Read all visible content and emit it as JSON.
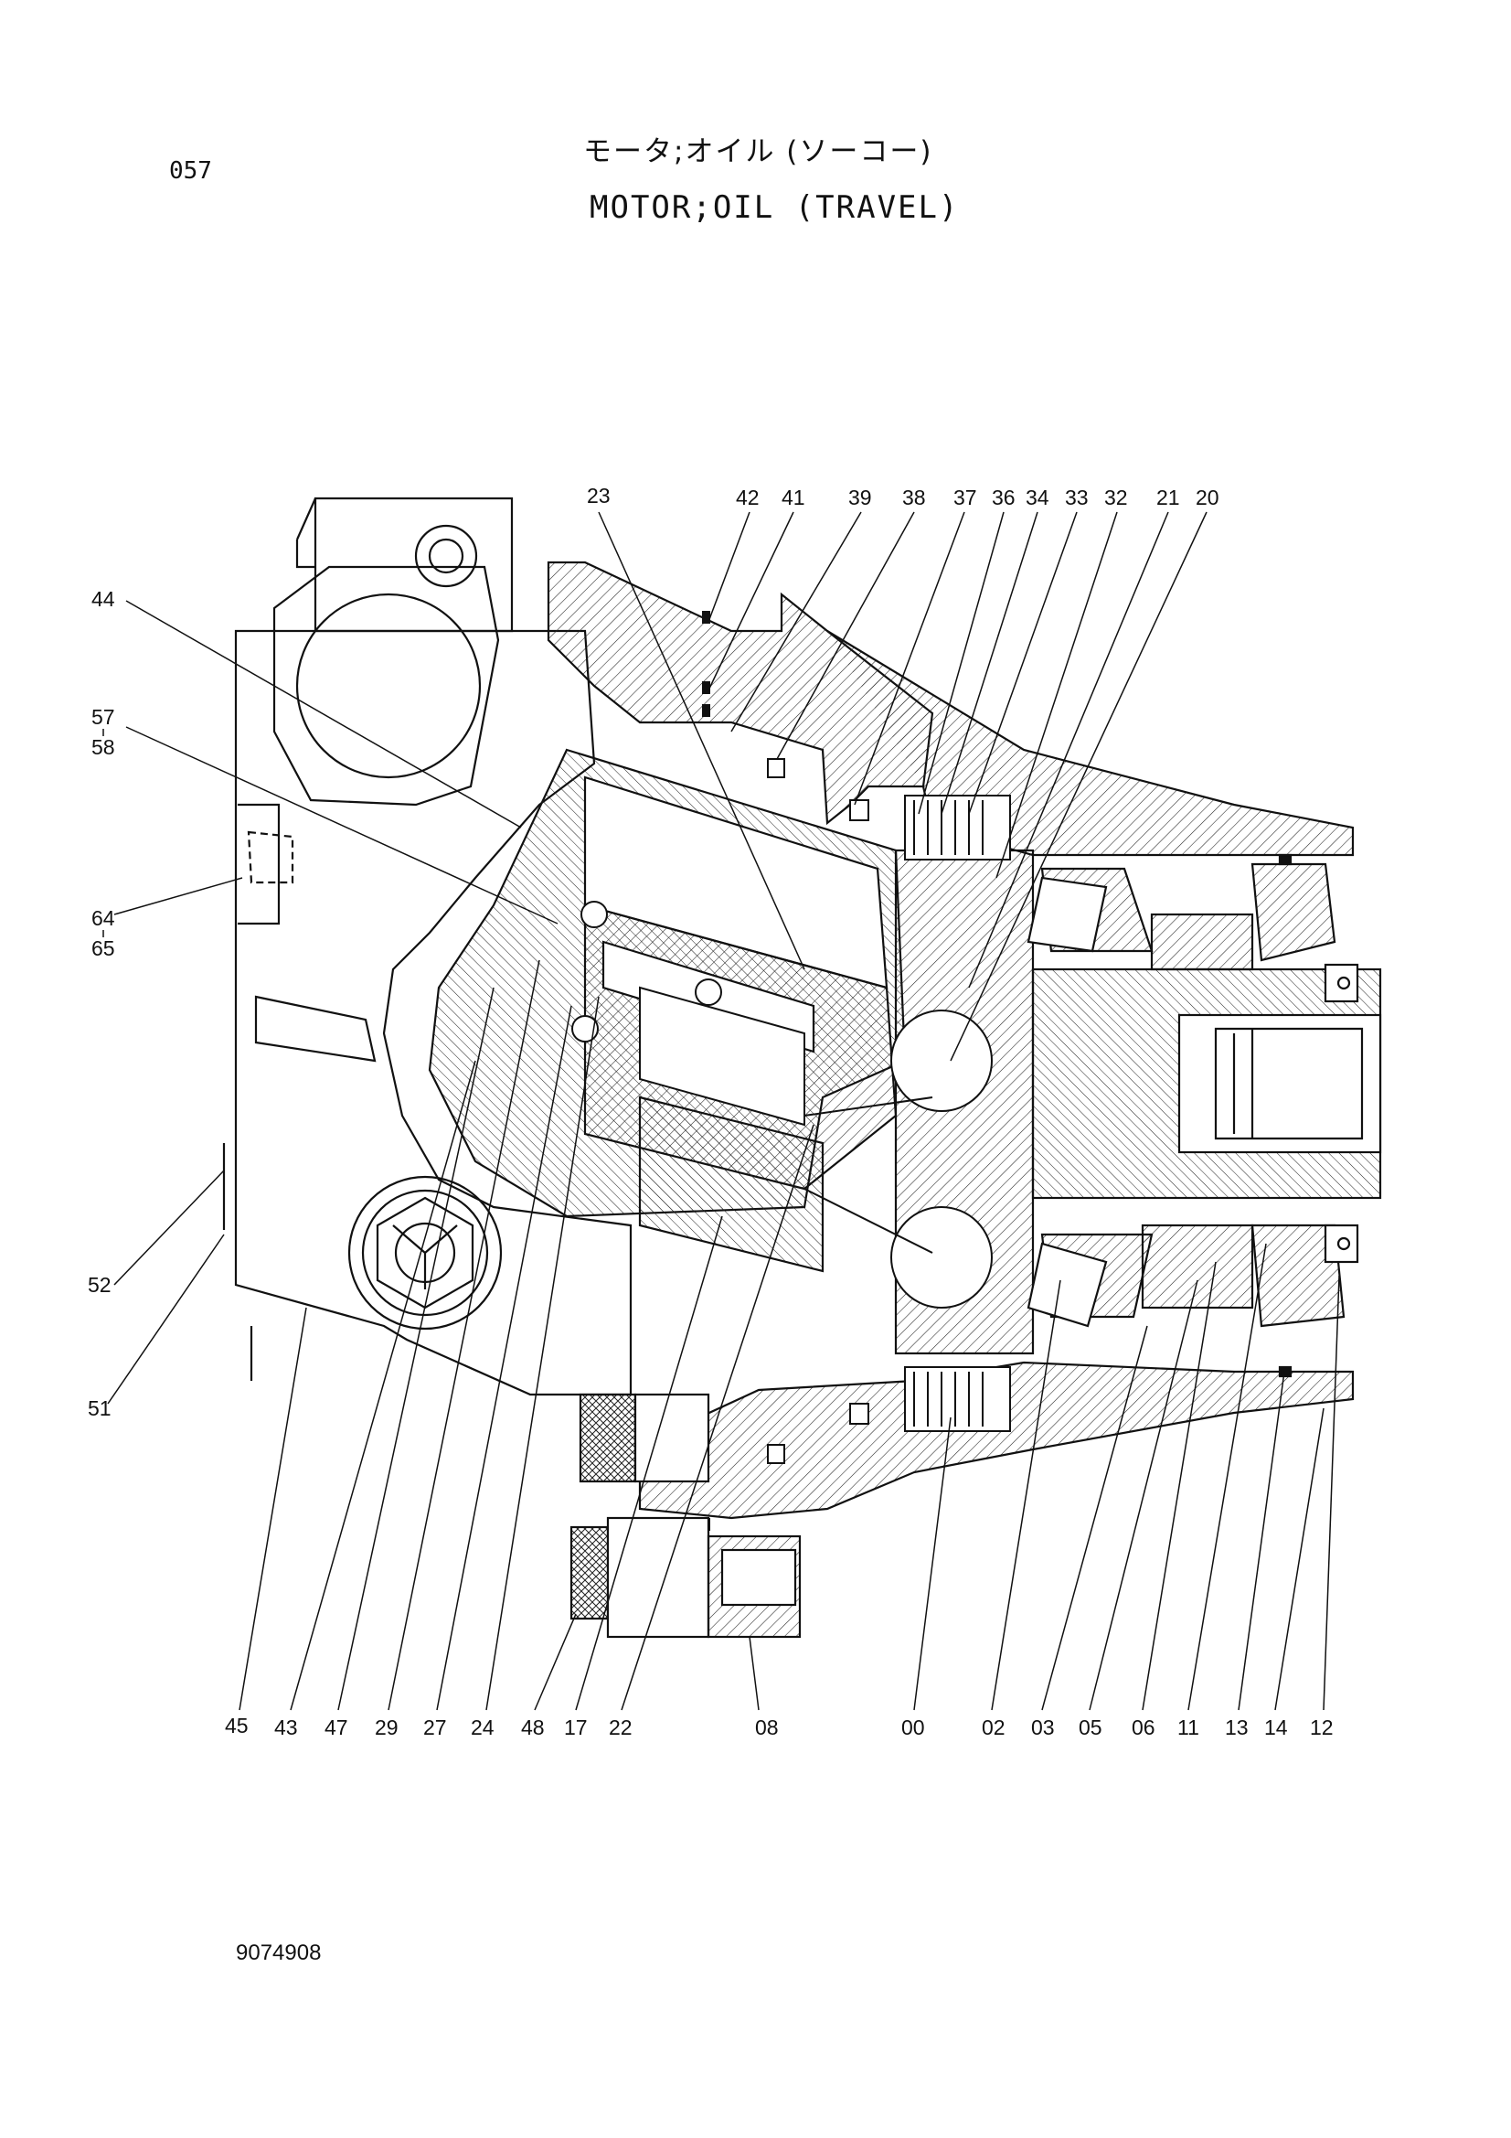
{
  "page_number": "057",
  "title_jp": "モータ;オイル (ソーコー)",
  "title_en": "MOTOR;OIL (TRAVEL)",
  "drawing_number": "9074908",
  "callouts_top": [
    "23",
    "42",
    "41",
    "39",
    "38",
    "37",
    "36",
    "34",
    "33",
    "32",
    "21",
    "20"
  ],
  "callouts_left": [
    "44",
    "57",
    "58",
    "64",
    "65",
    "52",
    "51"
  ],
  "callouts_bottom": [
    "45",
    "43",
    "47",
    "29",
    "27",
    "24",
    "48",
    "17",
    "22",
    "08",
    "00",
    "02",
    "03",
    "05",
    "06",
    "11",
    "13",
    "14",
    "12"
  ]
}
